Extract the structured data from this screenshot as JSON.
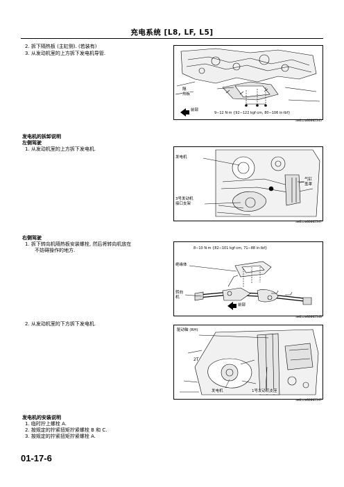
{
  "header": {
    "title": "充电系统 [L8, LF, L5]"
  },
  "section1": {
    "step2": "2.  拆下隔热板 (主缸侧). (若装有)",
    "step3": "3.  从发动机室的上方拆下发电机导管."
  },
  "figure1": {
    "labels": {
      "heat_shield": "隔\n热板",
      "front": "前部",
      "torque": "9−12 N·m {92−122 kgf·cm, 80−106 in·lbf}"
    },
    "id": "am6zzw00002345"
  },
  "section2": {
    "heading": "发电机的拆卸说明",
    "subheading": "左侧驾驶",
    "step1": "1.  从发动机室的上方拆下发电机."
  },
  "figure2": {
    "labels": {
      "generator": "发电机",
      "cylinder_cover": "气缸\n盖罩",
      "bracket": "3号发动机\n接口支架"
    },
    "id": "am6zzw00002347"
  },
  "section3": {
    "subheading": "右侧驾驶",
    "step1_line1": "1.  拆下转向机隔热板安装螺栓, 然后将转向机放在",
    "step1_line2": "不妨碍操作的地方.",
    "step2": "2.  从发动机室的下方拆下发电机."
  },
  "figure3": {
    "labels": {
      "torque": "8−10 N·m {82−101 kgf·cm, 71−88 in·lbf}",
      "insulator": "绝缘体",
      "steering": "转向\n机",
      "front": "前部"
    },
    "id": "am6zzw00002348"
  },
  "figure4": {
    "labels": {
      "drive_shaft": "驱动轴 (RH)",
      "generator": "发电机",
      "mount": "1号发动机支座"
    },
    "id": "am6zzw00002347"
  },
  "section4": {
    "heading": "发电机的安装说明",
    "step1": "1.  临时拧上螺栓 A.",
    "step2": "2.  按规定的拧紧扭矩拧紧螺栓 B 和 C.",
    "step3": "3.  按规定的拧紧扭矩拧紧螺栓 A."
  },
  "footer": {
    "page_number": "01-17-6"
  }
}
